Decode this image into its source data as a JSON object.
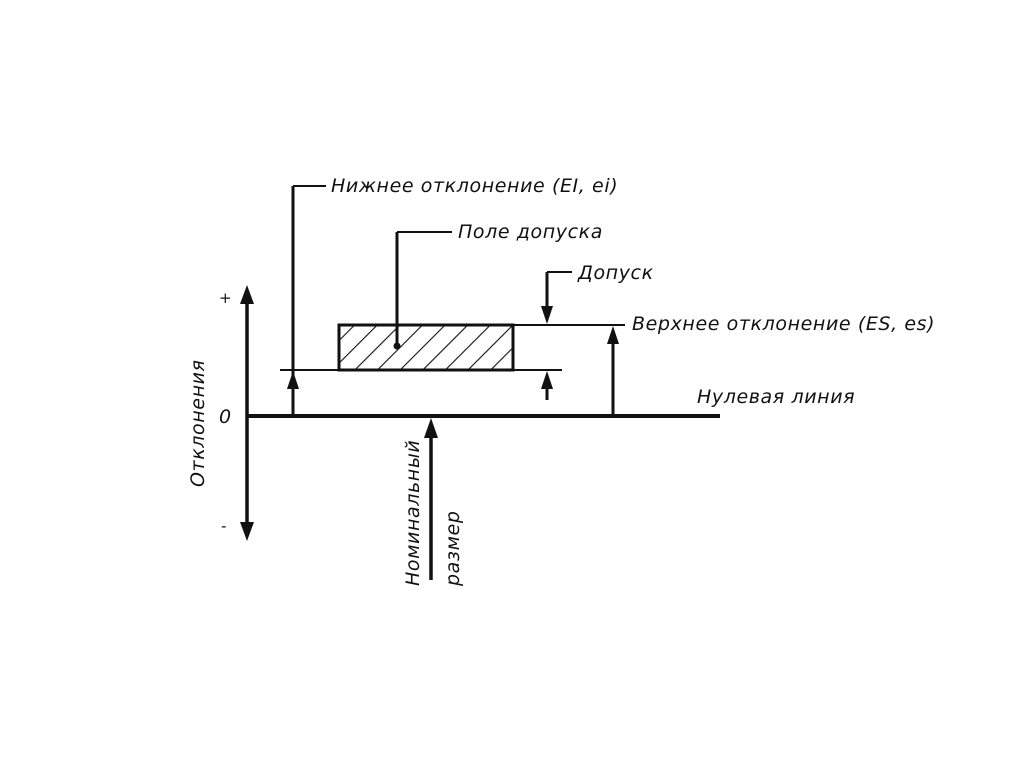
{
  "labels": {
    "lower_deviation": "Нижнее отклонение (EI, ei)",
    "tolerance_field": "Поле допуска",
    "tolerance": "Допуск",
    "upper_deviation": "Верхнее отклонение (ES, es)",
    "zero_line": "Нулевая линия",
    "deviations_axis": "Отклонения",
    "nominal_size_line1": "Номинальный",
    "nominal_size_line2": "размер"
  },
  "axis_marks": {
    "plus": "+",
    "zero": "0",
    "minus": "-"
  },
  "colors": {
    "line": "#111111",
    "background": "#ffffff"
  }
}
